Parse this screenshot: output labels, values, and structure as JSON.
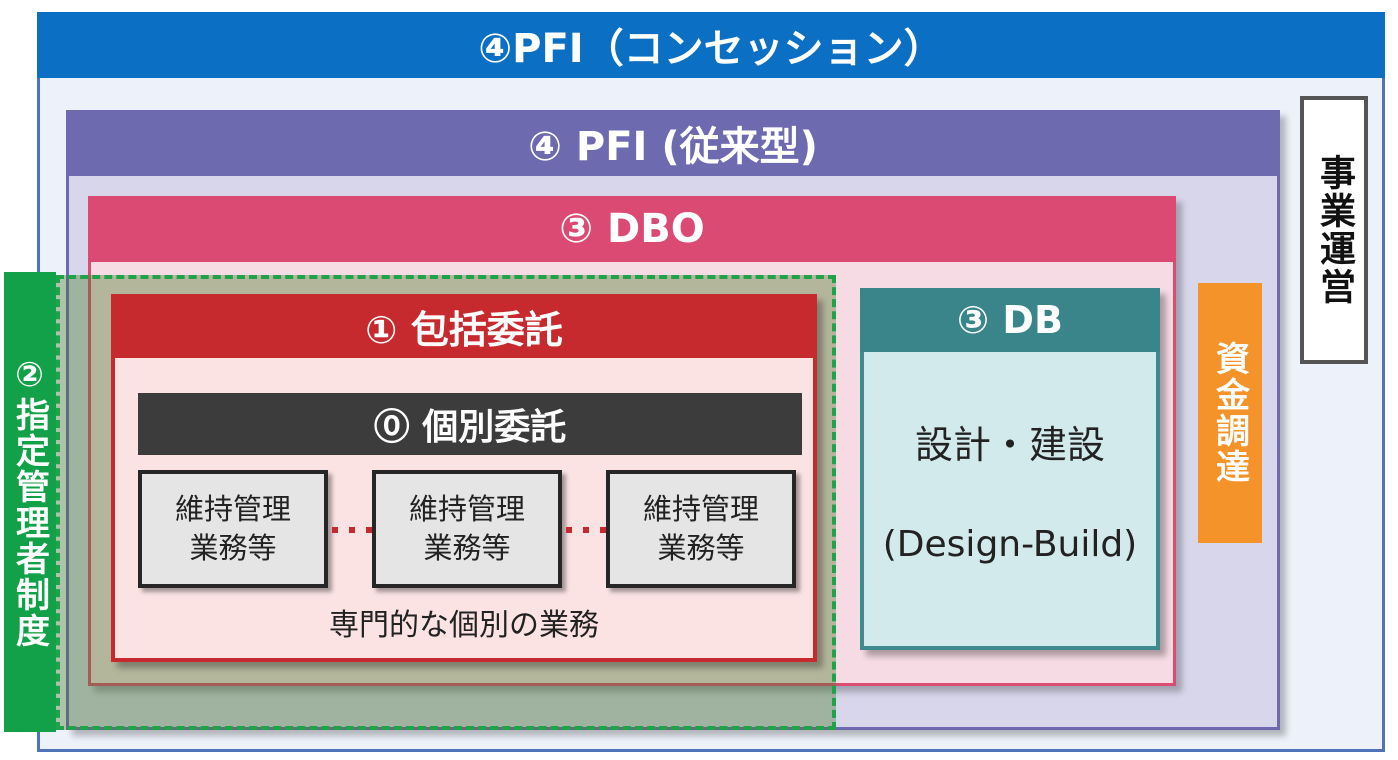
{
  "pfi_concession": {
    "label": "④PFI（コンセッション）",
    "color": "#0b6fc3"
  },
  "pfi_traditional": {
    "label": "④ PFI (従来型)",
    "color": "#6e6aaf"
  },
  "dbo": {
    "label": "③ DBO",
    "color": "#db4a72"
  },
  "shitei_kanri": {
    "label": "②指定管理者制度",
    "color": "#12a148"
  },
  "hokatsu": {
    "label": "① 包括委託",
    "color": "#c62a2f"
  },
  "kobetsu": {
    "label": "⓪ 個別委託",
    "color": "#3c3c3c",
    "tasks": [
      {
        "line1": "維持管理",
        "line2": "業務等"
      },
      {
        "line1": "維持管理",
        "line2": "業務等"
      },
      {
        "line1": "維持管理",
        "line2": "業務等"
      }
    ],
    "caption": "専門的な個別の業務"
  },
  "db": {
    "label": "③ DB",
    "line1": "設計・建設",
    "line2": "(Design-Build)",
    "color": "#3a8589"
  },
  "shikin_chotatsu": {
    "label": "資金調達",
    "color": "#f39329"
  },
  "jigyo_unei": {
    "label": "事業運営"
  }
}
